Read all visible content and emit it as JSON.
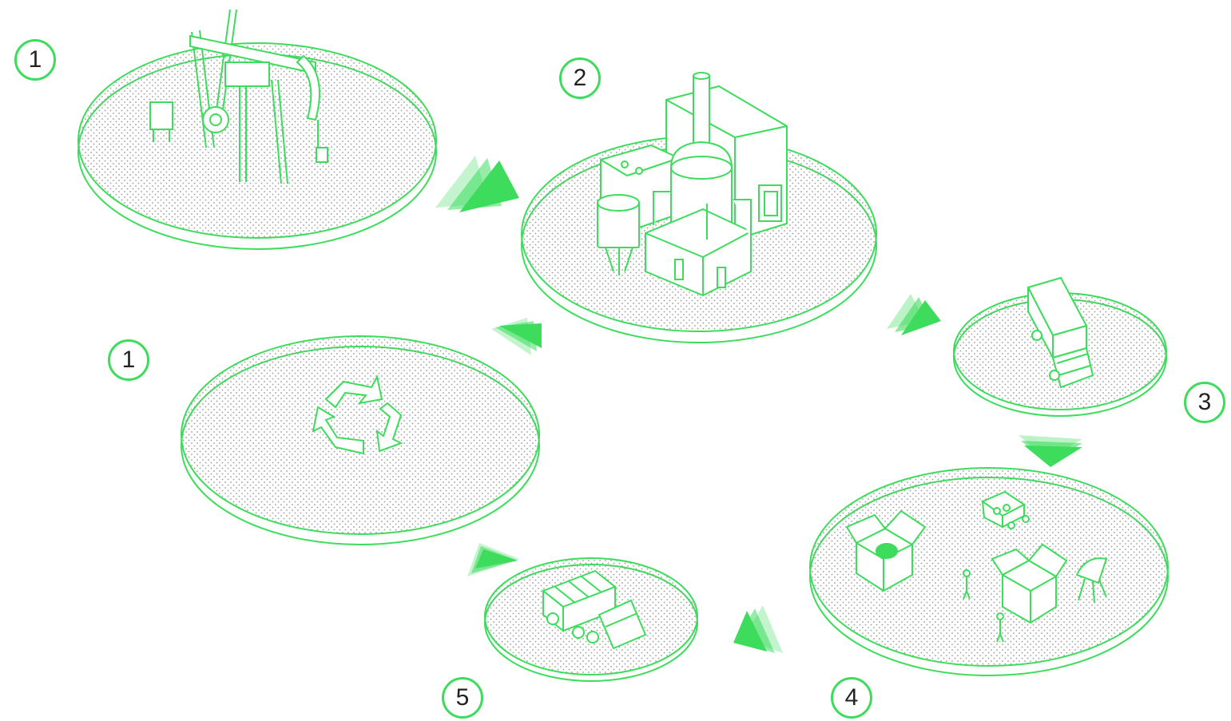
{
  "colors": {
    "line": "#3ddc5c",
    "fill": "#ffffff",
    "dots": "#9a9a9a",
    "arrow": "#3ddc5c",
    "text": "#222222"
  },
  "stages": [
    {
      "number": "1",
      "icon": "oil-pump-jack-icon"
    },
    {
      "number": "2",
      "icon": "refinery-plant-icon"
    },
    {
      "number": "3",
      "icon": "delivery-truck-icon"
    },
    {
      "number": "4",
      "icon": "packaged-products-and-people-icon"
    },
    {
      "number": "5",
      "icon": "garbage-truck-icon"
    },
    {
      "number": "1",
      "icon": "recycling-symbol-icon"
    }
  ]
}
